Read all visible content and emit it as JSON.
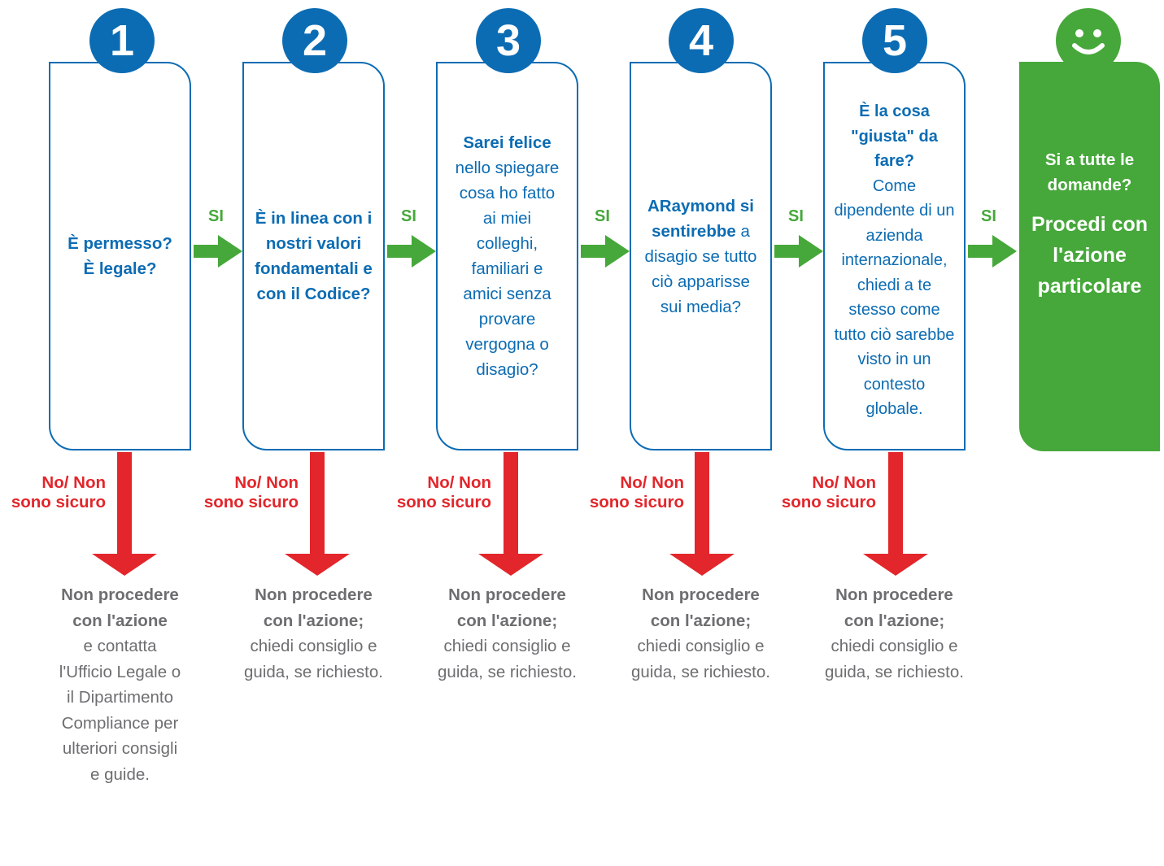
{
  "steps": [
    {
      "number": "1",
      "bold_text": "È permesso? È legale?",
      "text": ""
    },
    {
      "number": "2",
      "bold_text": "È in linea con i nostri valori fondamentali e con il Codice?",
      "text": ""
    },
    {
      "number": "3",
      "bold_text": "Sarei felice",
      "text": "nello spiegare cosa ho fatto ai miei colleghi, familiari e amici senza provare vergogna o disagio?"
    },
    {
      "number": "4",
      "bold_text": "ARaymond si sentirebbe",
      "text": "a disagio se tutto ciò apparisse sui media?"
    },
    {
      "number": "5",
      "bold_text": "È la cosa \"giusta\" da fare?",
      "text": "Come dipendente di un azienda internazionale, chiedi a te stesso come tutto ciò sarebbe visto in un contesto globale."
    }
  ],
  "final": {
    "icon": "smiley-icon",
    "question": "Si a tutte le domande?",
    "answer": "Procedi con l'azione particolare"
  },
  "yes_label": "SI",
  "no_label": "No/ Non sono sicuro",
  "outcomes": [
    {
      "bold": "Non procedere con l'azione",
      "text": "e contatta l'Ufficio Legale o il Dipartimento Compliance per ulteriori consigli e guide."
    },
    {
      "bold": "Non procedere con l'azione;",
      "text": "chiedi consiglio e guida, se richiesto."
    },
    {
      "bold": "Non procedere con l'azione;",
      "text": "chiedi consiglio e guida, se richiesto."
    },
    {
      "bold": "Non procedere con l'azione;",
      "text": "chiedi consiglio e guida, se richiesto."
    },
    {
      "bold": "Non procedere con l'azione;",
      "text": "chiedi consiglio e guida, se richiesto."
    }
  ],
  "colors": {
    "blue": "#0c6cb3",
    "green": "#46a83a",
    "red": "#e3262b",
    "gray": "#6d6e70"
  }
}
